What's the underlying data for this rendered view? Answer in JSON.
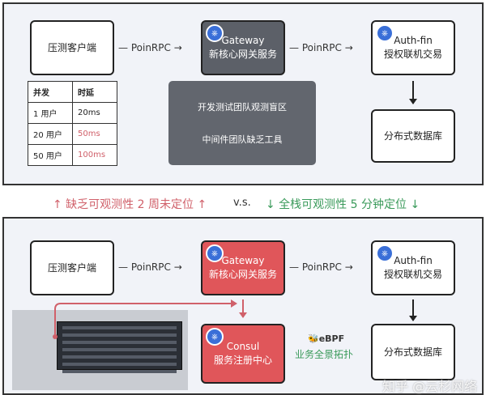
{
  "top": {
    "client": "压测客户端",
    "rpc1": "PoinRPC",
    "gateway": {
      "title": "Gateway",
      "subtitle": "新核心网关服务"
    },
    "rpc2": "PoinRPC",
    "auth": {
      "title": "Auth-fin",
      "subtitle": "授权联机交易"
    },
    "db": "分布式数据库",
    "table": {
      "headers": [
        "并发",
        "时延"
      ],
      "rows": [
        [
          "1 用户",
          "20ms"
        ],
        [
          "20 用户",
          "50ms"
        ],
        [
          "50 用户",
          "100ms"
        ]
      ]
    },
    "problem": [
      "开发测试团队观测盲区",
      "中间件团队缺乏工具"
    ]
  },
  "compare": {
    "left": "↑ 缺乏可观测性 2 周未定位 ↑",
    "vs": "v.s.",
    "right": "↓ 全栈可观测性 5 分钟定位 ↓"
  },
  "bottom": {
    "client": "压测客户端",
    "rpc1": "PoinRPC",
    "gateway": {
      "title": "Gateway",
      "subtitle": "新核心网关服务"
    },
    "rpc2": "PoinRPC",
    "auth": {
      "title": "Auth-fin",
      "subtitle": "授权联机交易"
    },
    "consul": {
      "title": "Consul",
      "subtitle": "服务注册中心"
    },
    "ebpf": {
      "logo": "eBPF",
      "caption": "业务全景拓扑"
    },
    "db": "分布式数据库"
  },
  "watermark": "知乎 @云杉网络",
  "colors": {
    "red": "#e0565a",
    "dark": "#5c6068",
    "green": "#3a9a5a",
    "pink": "#d0606a"
  }
}
